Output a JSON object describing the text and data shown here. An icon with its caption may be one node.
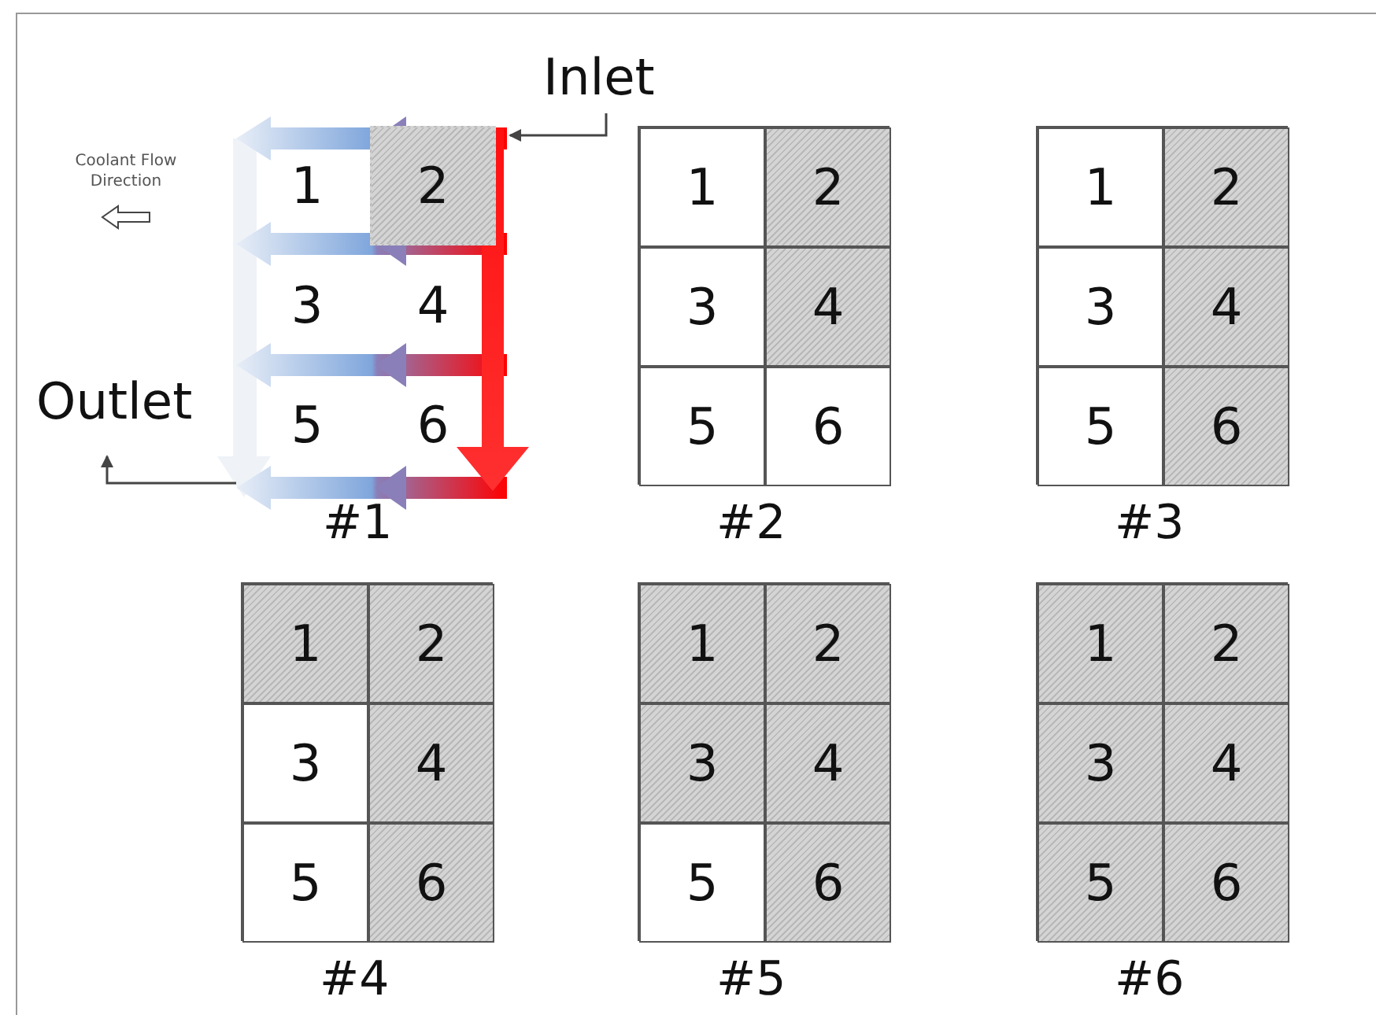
{
  "diagram": {
    "nodes": [
      {
        "text": [],
        "shape": "box",
        "beside": [
          "#1"
        ]
      },
      {
        "text": [
          "1"
        ],
        "in": 0
      },
      {
        "text": [
          "2"
        ],
        "in": 0
      },
      {
        "text": [
          "3"
        ],
        "in": 0
      },
      {
        "text": [
          "4"
        ],
        "in": 0
      },
      {
        "text": [
          "5"
        ],
        "in": 0
      },
      {
        "text": [
          "6"
        ],
        "in": 0
      },
      {
        "text": [],
        "shape": "box",
        "beside": [
          "#2"
        ]
      },
      {
        "text": [
          "1"
        ],
        "in": 7
      },
      {
        "text": [
          "2"
        ],
        "in": 7
      },
      {
        "text": [
          "3"
        ],
        "in": 7
      },
      {
        "text": [
          "4"
        ],
        "in": 7
      },
      {
        "text": [
          "5"
        ],
        "in": 7
      },
      {
        "text": [
          "6"
        ],
        "in": 7
      },
      {
        "text": [],
        "shape": "box",
        "beside": [
          "#3"
        ]
      },
      {
        "text": [
          "1"
        ],
        "in": 14
      },
      {
        "text": [
          "2"
        ],
        "in": 14
      },
      {
        "text": [
          "3"
        ],
        "in": 14
      },
      {
        "text": [
          "4"
        ],
        "in": 14
      },
      {
        "text": [
          "5"
        ],
        "in": 14
      },
      {
        "text": [
          "6"
        ],
        "in": 14
      },
      {
        "text": [],
        "shape": "box",
        "beside": [
          "#4"
        ]
      },
      {
        "text": [
          "1"
        ],
        "in": 21
      },
      {
        "text": [
          "2"
        ],
        "in": 21
      },
      {
        "text": [
          "3"
        ],
        "in": 21
      },
      {
        "text": [
          "4"
        ],
        "in": 21
      },
      {
        "text": [
          "5"
        ],
        "in": 21
      },
      {
        "text": [
          "6"
        ],
        "in": 21
      },
      {
        "text": [],
        "shape": "box",
        "beside": [
          "#5"
        ]
      },
      {
        "text": [
          "1"
        ],
        "in": 28
      },
      {
        "text": [
          "2"
        ],
        "in": 28
      },
      {
        "text": [
          "3"
        ],
        "in": 28
      },
      {
        "text": [
          "4"
        ],
        "in": 28
      },
      {
        "text": [
          "5"
        ],
        "in": 28
      },
      {
        "text": [
          "6"
        ],
        "in": 28
      },
      {
        "text": [],
        "shape": "box",
        "beside": [
          "#6"
        ]
      },
      {
        "text": [
          "1"
        ],
        "in": 35
      },
      {
        "text": [
          "2"
        ],
        "in": 35
      },
      {
        "text": [
          "3"
        ],
        "in": 35
      },
      {
        "text": [
          "4"
        ],
        "in": 35
      },
      {
        "text": [
          "5"
        ],
        "in": 35
      },
      {
        "text": [
          "6"
        ],
        "in": 35
      },
      {
        "text": [
          "Inlet"
        ]
      },
      {
        "text": [
          "Outlet"
        ]
      }
    ],
    "edges": [
      {
        "from": 42,
        "to": 0,
        "arrow": "to"
      },
      {
        "from": 0,
        "to": 43,
        "arrow": "to"
      }
    ],
    "labels": [
      "Coolant Flow Direction"
    ]
  }
}
